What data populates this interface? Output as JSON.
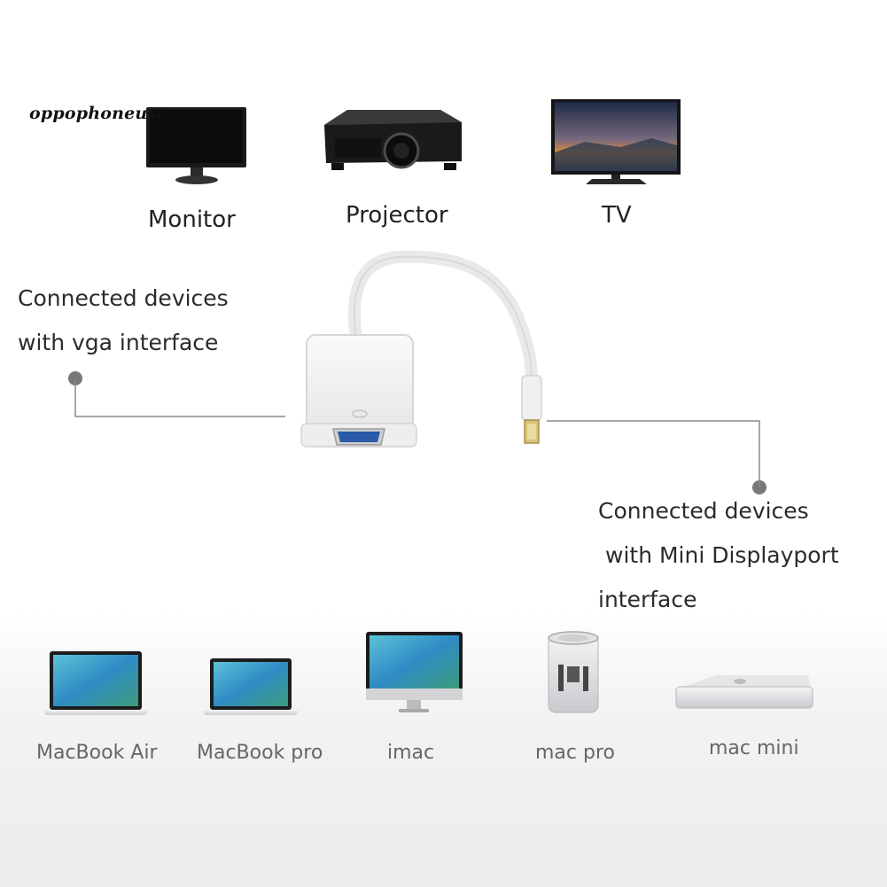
{
  "watermark": "oppophoneuse",
  "output_devices": {
    "monitor": "Monitor",
    "projector": "Projector",
    "tv": "TV"
  },
  "vga_callout": {
    "line1": "Connected devices",
    "line2": "with vga interface"
  },
  "mdp_callout": {
    "line1": "Connected devices",
    "line2": "with Mini Displayport",
    "line3": "interface"
  },
  "source_devices": {
    "macbook_air": "MacBook Air",
    "macbook_pro": "MacBook pro",
    "imac": "imac",
    "mac_pro": "mac pro",
    "mac_mini": "mac mini"
  },
  "colors": {
    "callout_line": "#8a8a8a",
    "callout_dot": "#777777",
    "adapter_body": "#f1f1f1",
    "screen_blue": "#3f8fc4",
    "vga_port": "#2a5aa8",
    "mdp_plug": "#d8c27a"
  },
  "icons": [
    "monitor-icon",
    "projector-icon",
    "tv-icon",
    "vga-adapter-icon",
    "macbook-air-icon",
    "macbook-pro-icon",
    "imac-icon",
    "mac-pro-icon",
    "mac-mini-icon"
  ]
}
